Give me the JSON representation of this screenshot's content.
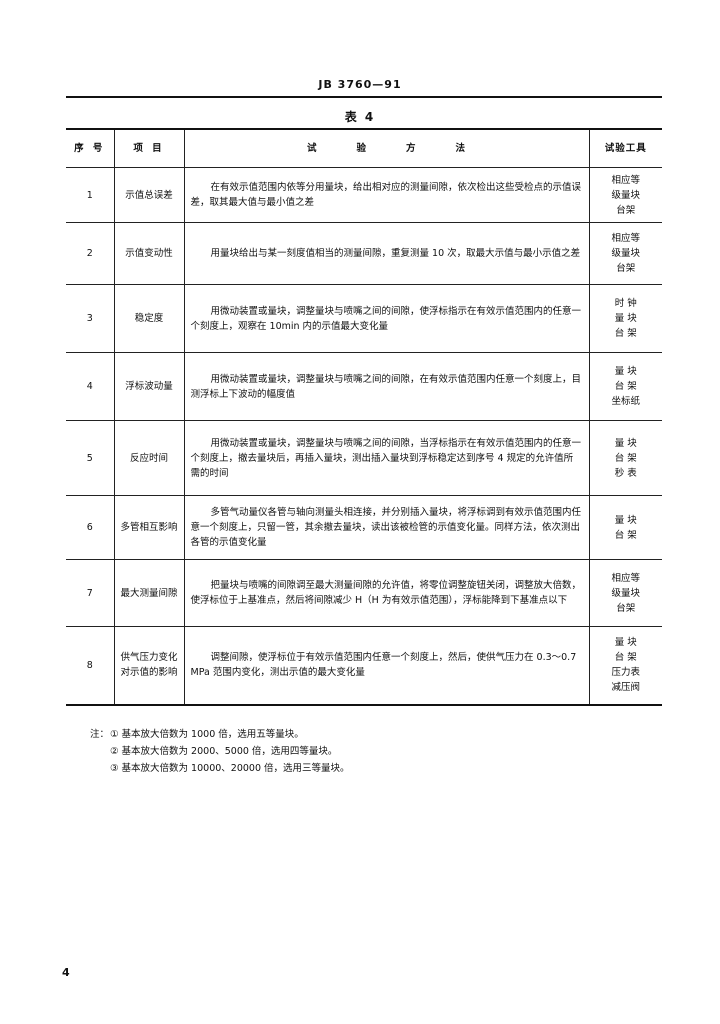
{
  "document": {
    "standard_code": "JB 3760—91",
    "table_title": "表 4",
    "page_number": "4"
  },
  "table": {
    "headers": {
      "no": "序 号",
      "item": "项 目",
      "method": "试验方法",
      "tool": "试验工具"
    },
    "rows": [
      {
        "no": "1",
        "item": "示值总误差",
        "method": "在有效示值范围内依等分用量块，给出相对应的测量间隙，依次检出这些受检点的示值误差，取其最大值与最小值之差",
        "tools": [
          "相应等",
          "级量块",
          "台架"
        ],
        "height": 55
      },
      {
        "no": "2",
        "item": "示值变动性",
        "method": "用量块给出与某一刻度值相当的测量间隙，重复测量 10 次，取最大示值与最小示值之差",
        "tools": [
          "相应等",
          "级量块",
          "台架"
        ],
        "height": 62
      },
      {
        "no": "3",
        "item": "稳定度",
        "method": "用微动装置或量块，调整量块与喷嘴之间的间隙，使浮标指示在有效示值范围内的任意一个刻度上，观察在 10min 内的示值最大变化量",
        "tools": [
          "时 钟",
          "量 块",
          "台 架"
        ],
        "height": 68
      },
      {
        "no": "4",
        "item": "浮标波动量",
        "method": "用微动装置或量块，调整量块与喷嘴之间的间隙，在有效示值范围内任意一个刻度上，目测浮标上下波动的幅度值",
        "tools": [
          "量 块",
          "台 架",
          "坐标纸"
        ],
        "height": 68
      },
      {
        "no": "5",
        "item": "反应时间",
        "method": "用微动装置或量块，调整量块与喷嘴之间的间隙，当浮标指示在有效示值范围内的任意一个刻度上，撤去量块后，再插入量块，测出插入量块到浮标稳定达到序号 4 规定的允许值所需的时间",
        "tools": [
          "量 块",
          "台 架",
          "秒 表"
        ],
        "height": 75
      },
      {
        "no": "6",
        "item": "多管相互影响",
        "method": "多管气动量仪各管与轴向测量头相连接，并分别插入量块，将浮标调到有效示值范围内任意一个刻度上，只留一管，其余撤去量块，读出该被检管的示值变化量。同样方法，依次测出各管的示值变化量",
        "tools": [
          "量 块",
          "台 架"
        ],
        "height": 64
      },
      {
        "no": "7",
        "item": "最大测量间隙",
        "method": "把量块与喷嘴的间隙调至最大测量间隙的允许值，将零位调整旋钮关闭，调整放大倍数，使浮标位于上基准点，然后将间隙减少 H（H 为有效示值范围），浮标能降到下基准点以下",
        "tools": [
          "相应等",
          "级量块",
          "台架"
        ],
        "height": 67
      },
      {
        "no": "8",
        "item": "供气压力变化对示值的影响",
        "method": "调整间隙，使浮标位于有效示值范围内任意一个刻度上，然后，使供气压力在 0.3～0.7 MPa 范围内变化，测出示值的最大变化量",
        "tools": [
          "量 块",
          "台 架",
          "压力表",
          "减压阀"
        ],
        "height": 78
      }
    ]
  },
  "notes": {
    "lead": "注：",
    "items": [
      "① 基本放大倍数为 1000 倍，选用五等量块。",
      "② 基本放大倍数为 2000、5000 倍，选用四等量块。",
      "③ 基本放大倍数为 10000、20000 倍，选用三等量块。"
    ]
  }
}
